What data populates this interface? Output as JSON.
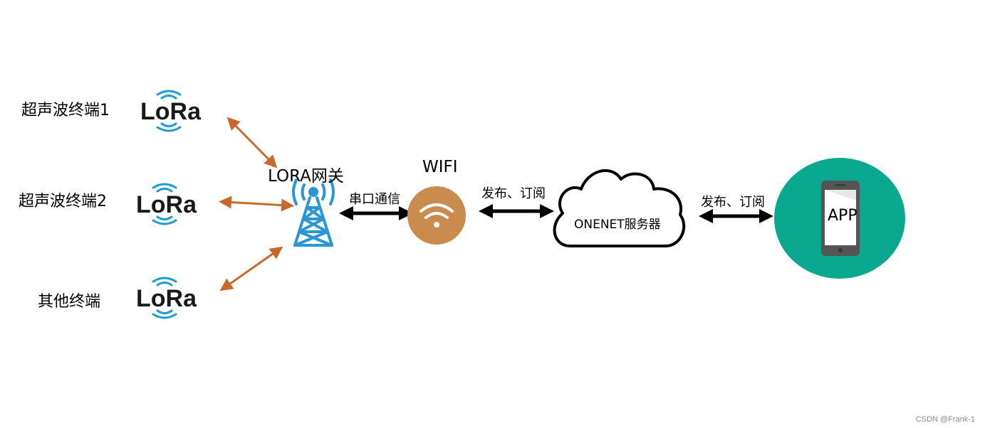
{
  "terminals": [
    {
      "label": "超声波终端1",
      "logo_text": "LoRa"
    },
    {
      "label": "超声波终端2",
      "logo_text": "LoRa"
    },
    {
      "label": "其他终端",
      "logo_text": "LoRa"
    }
  ],
  "gateway": {
    "label": "LORA网关",
    "icon": "radio-tower-icon"
  },
  "serial_link": {
    "label": "串口通信"
  },
  "wifi": {
    "label": "WIFI",
    "icon": "wifi-icon"
  },
  "wifi_cloud_link": {
    "label": "发布、订阅"
  },
  "cloud": {
    "label": "ONENET服务器",
    "icon": "cloud-icon"
  },
  "cloud_app_link": {
    "label": "发布、订阅"
  },
  "app": {
    "label": "APP",
    "icon": "smartphone-icon"
  },
  "watermark": "CSDN @Frank-1",
  "colors": {
    "lora_blue": "#1c9ad6",
    "lora_text": "#1a1a1a",
    "tower_blue": "#2a97d4",
    "orange_arrow": "#c8692c",
    "wifi_bg": "#c98b4e",
    "app_bg": "#0aa88e",
    "phone_body": "#555555",
    "black_arrow": "#000000"
  }
}
